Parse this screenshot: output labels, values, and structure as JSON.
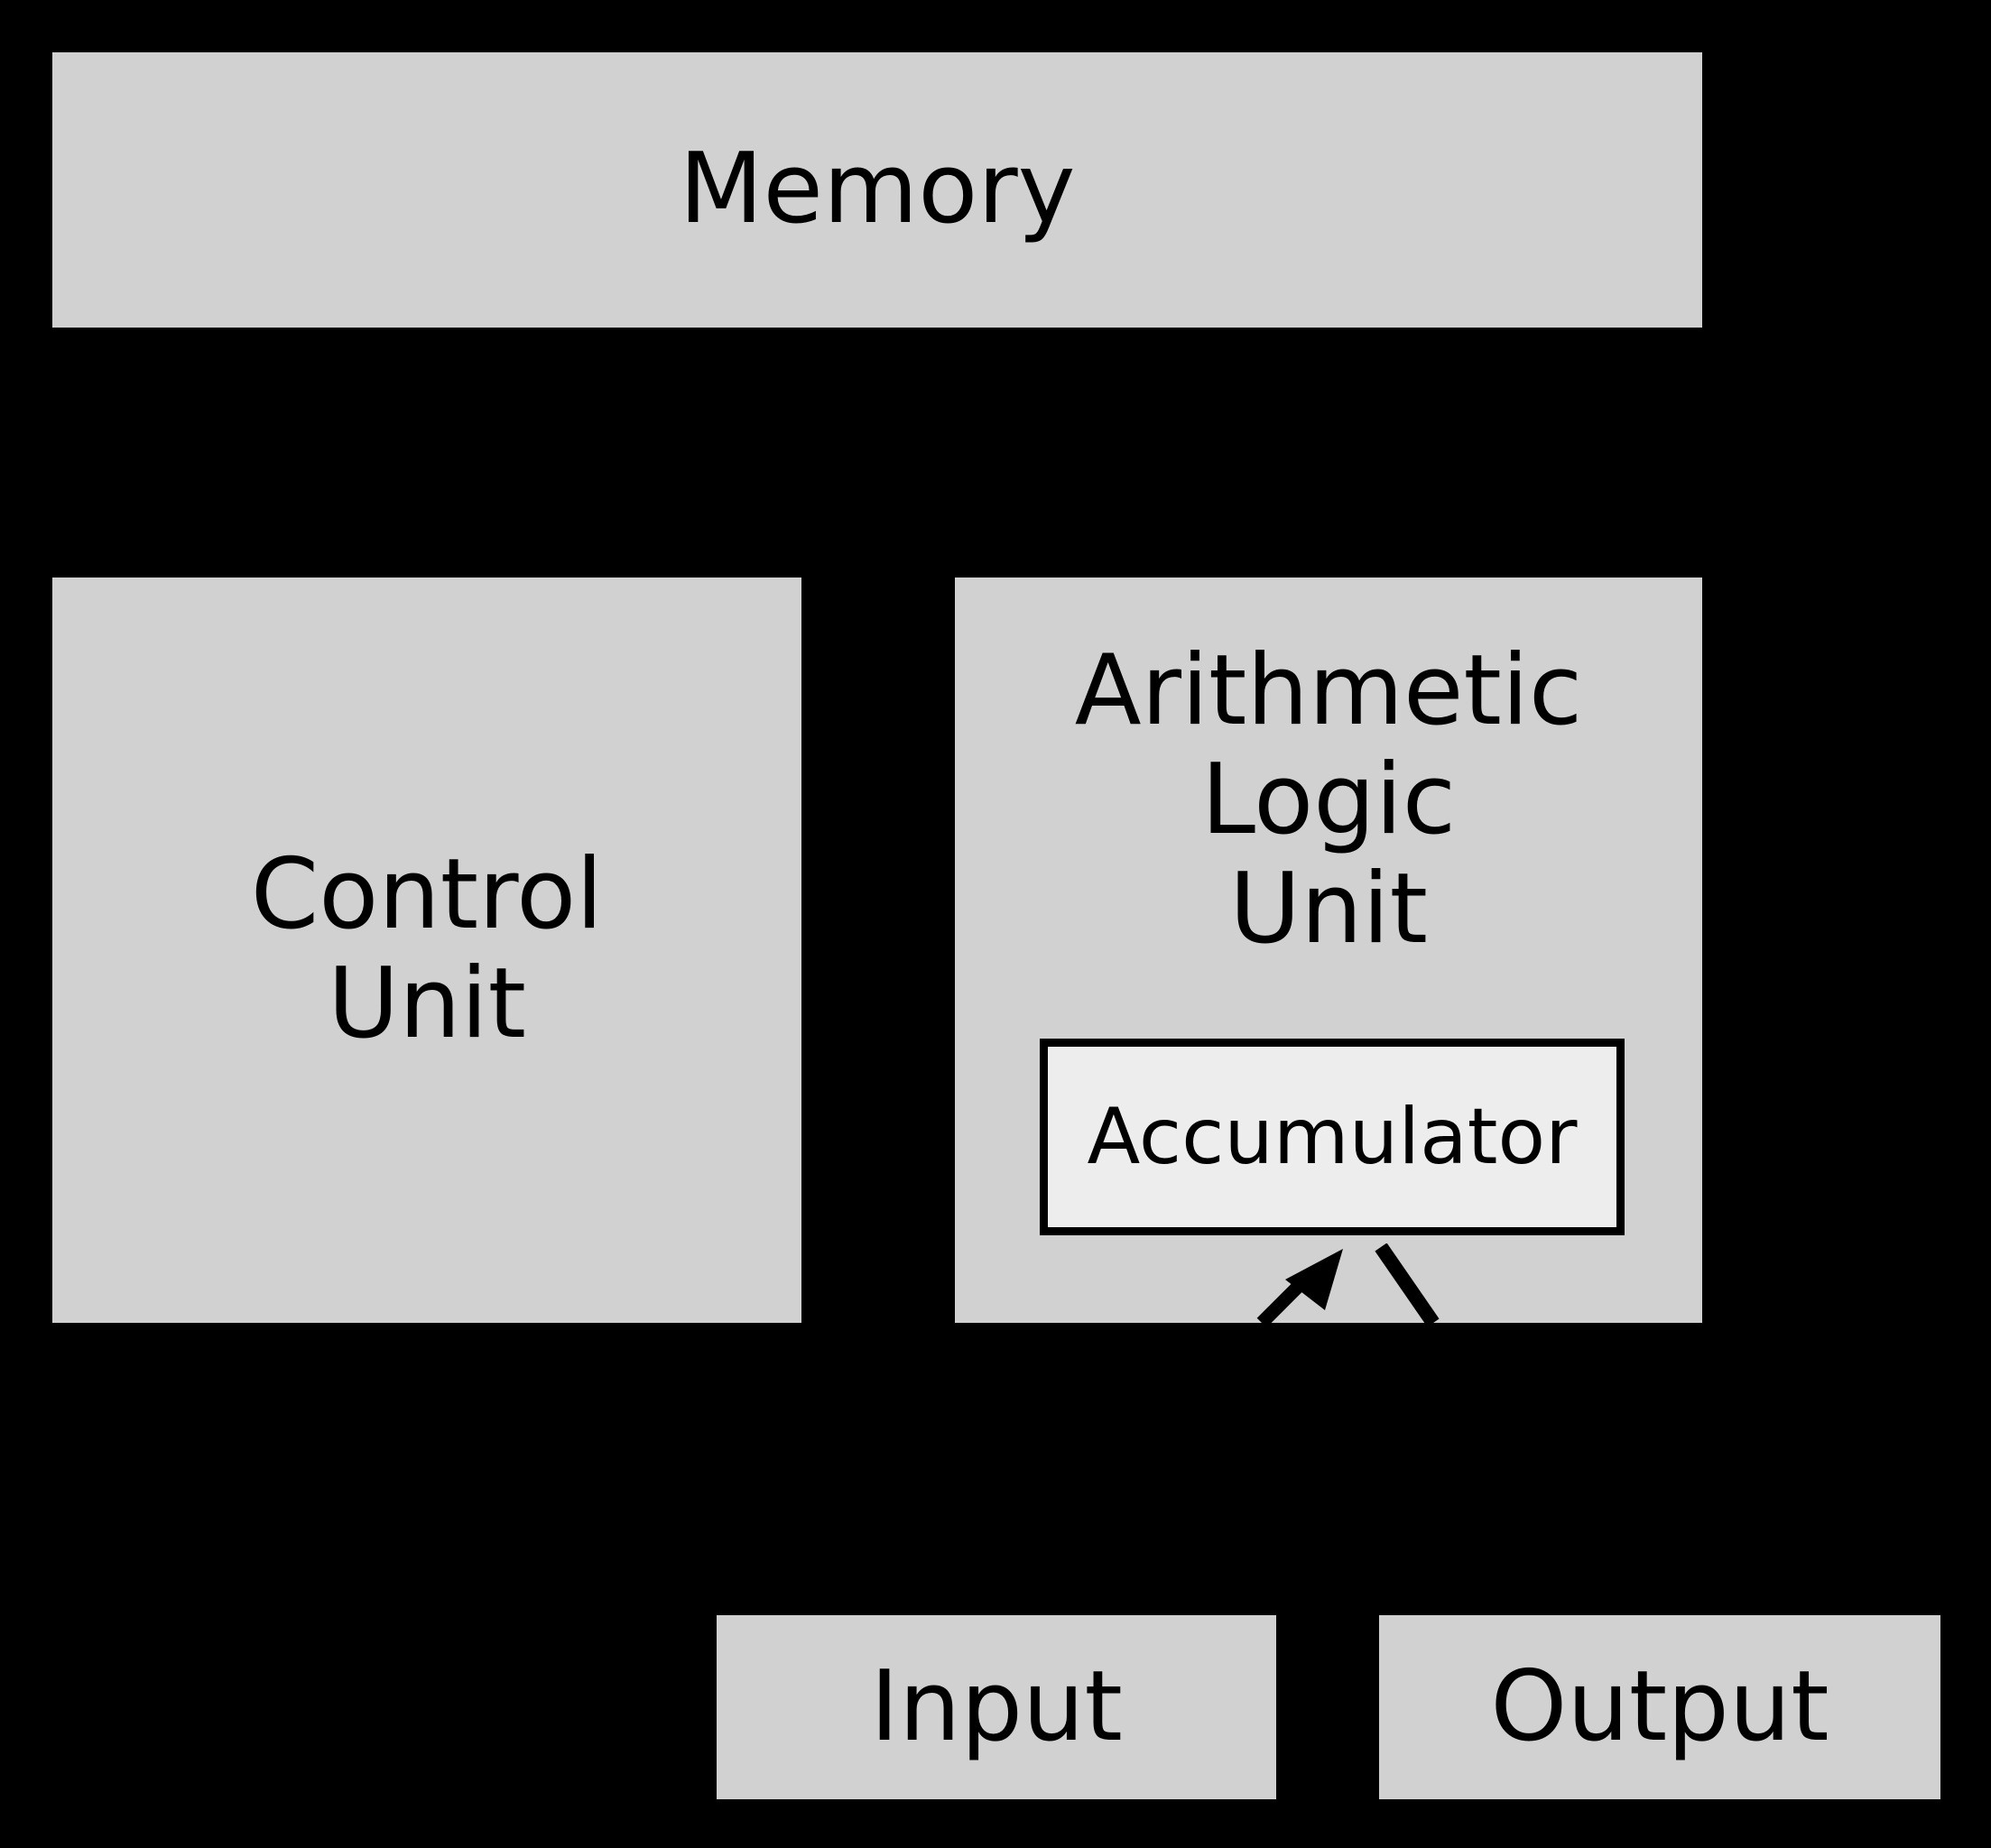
{
  "diagram": {
    "title": "Von Neumann architecture block diagram",
    "background_color": "#000000",
    "block_fill_color": "#d1d1d1",
    "register_fill_color": "#ededed",
    "stroke_color": "#000000",
    "nodes": {
      "memory": {
        "label": "Memory"
      },
      "control_unit": {
        "label": "Control\nUnit"
      },
      "alu": {
        "label": "Arithmetic\nLogic\nUnit"
      },
      "accumulator": {
        "label": "Accumulator"
      },
      "input": {
        "label": "Input"
      },
      "output": {
        "label": "Output"
      }
    },
    "connectors": [
      {
        "name": "accumulator-in-arrow",
        "direction": "up-right",
        "arrowhead": true
      },
      {
        "name": "accumulator-out-line",
        "direction": "down-right",
        "arrowhead": false
      }
    ]
  }
}
